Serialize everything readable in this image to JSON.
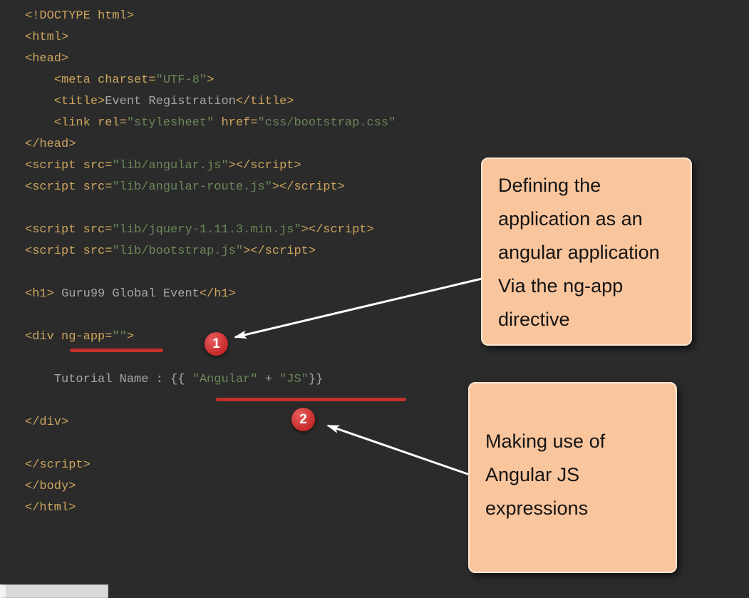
{
  "colors": {
    "editor_background": "#2b2b2b",
    "tag_color": "#cda45e",
    "string_color": "#6a8759",
    "text_color": "#a3a8a3",
    "callout_background": "#f9c59d",
    "marker_red": "#c62828",
    "underline_red": "#c4302b",
    "arrow_white": "#ffffff"
  },
  "editor": {
    "lines": [
      [
        [
          "tag",
          "<!DOCTYPE html>"
        ]
      ],
      [
        [
          "tag",
          "<html>"
        ]
      ],
      [
        [
          "tag",
          "<head>"
        ]
      ],
      [
        [
          "tag",
          "    <meta charset="
        ],
        [
          "string",
          "\"UTF-8\""
        ],
        [
          "tag",
          ">"
        ]
      ],
      [
        [
          "tag",
          "    <title>"
        ],
        [
          "text",
          "Event Registration"
        ],
        [
          "tag",
          "</title>"
        ]
      ],
      [
        [
          "tag",
          "    <link rel="
        ],
        [
          "string",
          "\"stylesheet\""
        ],
        [
          "tag",
          " href="
        ],
        [
          "string",
          "\"css/bootstrap.css\""
        ]
      ],
      [
        [
          "tag",
          "</head>"
        ]
      ],
      [
        [
          "tag",
          "<script src="
        ],
        [
          "string",
          "\"lib/angular.js\""
        ],
        [
          "tag",
          "></script>"
        ]
      ],
      [
        [
          "tag",
          "<script src="
        ],
        [
          "string",
          "\"lib/angular-route.js\""
        ],
        [
          "tag",
          "></script>"
        ]
      ],
      [],
      [
        [
          "tag",
          "<script src="
        ],
        [
          "string",
          "\"lib/jquery-1.11.3.min.js\""
        ],
        [
          "tag",
          "></script>"
        ]
      ],
      [
        [
          "tag",
          "<script src="
        ],
        [
          "string",
          "\"lib/bootstrap.js\""
        ],
        [
          "tag",
          "></script>"
        ]
      ],
      [],
      [
        [
          "tag",
          "<h1>"
        ],
        [
          "text",
          " Guru99 Global Event"
        ],
        [
          "tag",
          "</h1>"
        ]
      ],
      [],
      [
        [
          "tag",
          "<div ng-app="
        ],
        [
          "string",
          "\"\""
        ],
        [
          "tag",
          ">"
        ]
      ],
      [],
      [
        [
          "text",
          "    Tutorial Name : {{ "
        ],
        [
          "string",
          "\"Angular\""
        ],
        [
          "text",
          " + "
        ],
        [
          "string",
          "\"JS\""
        ],
        [
          "text",
          "}}"
        ]
      ],
      [],
      [
        [
          "tag",
          "</div>"
        ]
      ],
      [],
      [
        [
          "tag",
          "</script>"
        ]
      ],
      [
        [
          "tag",
          "</body>"
        ]
      ],
      [
        [
          "tag",
          "</html>"
        ]
      ]
    ]
  },
  "callouts": [
    {
      "lines": [
        "Defining the",
        "application as an",
        "angular application",
        "Via the ng-app",
        "directive"
      ]
    },
    {
      "lines": [
        "Making use of",
        "Angular JS",
        "expressions"
      ]
    }
  ],
  "markers": [
    {
      "label": "1"
    },
    {
      "label": "2"
    }
  ]
}
